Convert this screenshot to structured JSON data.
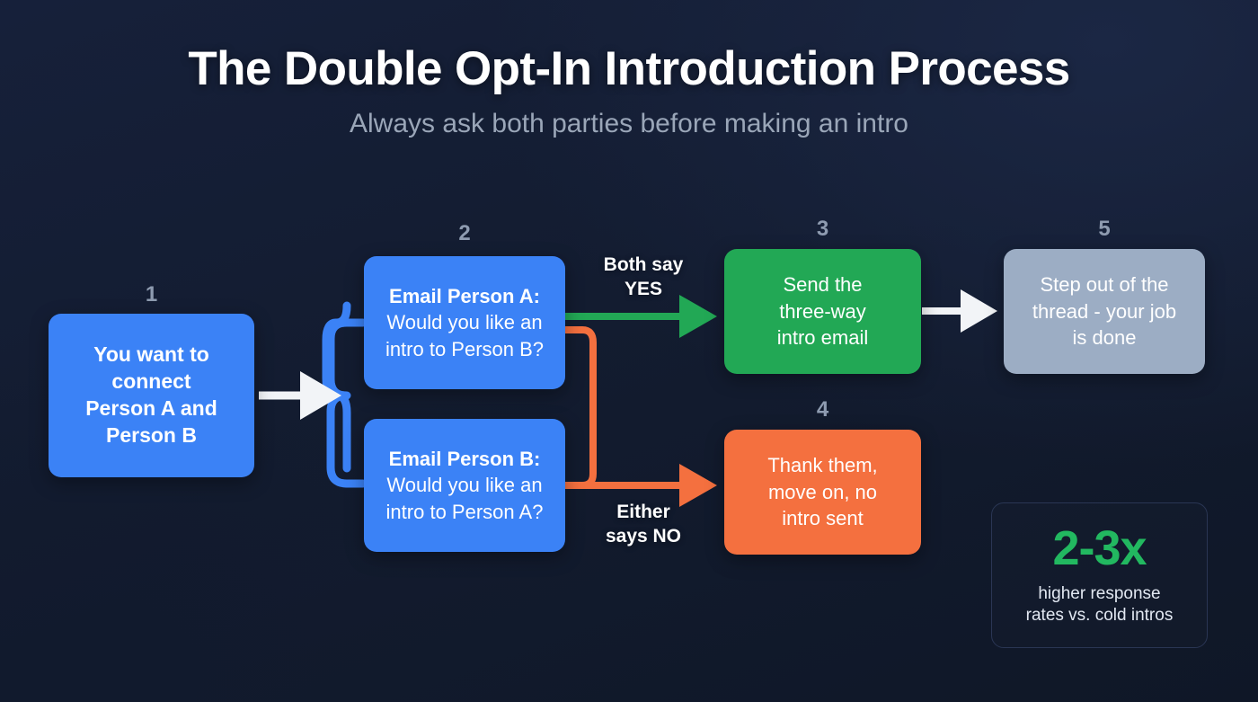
{
  "header": {
    "title": "The Double Opt-In Introduction Process",
    "subtitle": "Always ask both parties before making an intro"
  },
  "colors": {
    "background": "#131c30",
    "blue": "#3b82f6",
    "green": "#22a855",
    "orange": "#f4703f",
    "gray": "#9cadc4",
    "white_arrow": "#f2f4f7",
    "step_number": "#8e9bb0",
    "subtitle": "#9aa6b8",
    "stat_green": "#22b860"
  },
  "nodes": [
    {
      "id": "node1",
      "step": "1",
      "color": "blue",
      "weight": "bold",
      "lines": [
        "You want to",
        "connect",
        "Person A and",
        "Person B"
      ]
    },
    {
      "id": "node2a",
      "step": "2",
      "color": "blue",
      "weight": "mixed",
      "lines": [
        "Email Person A:",
        "Would you like an",
        "intro to Person B?"
      ]
    },
    {
      "id": "node2b",
      "step": "",
      "color": "blue",
      "weight": "mixed",
      "lines": [
        "Email Person B:",
        "Would you like an",
        "intro to Person A?"
      ]
    },
    {
      "id": "node3",
      "step": "3",
      "color": "green",
      "weight": "regular",
      "lines": [
        "Send the",
        "three-way",
        "intro email"
      ]
    },
    {
      "id": "node4",
      "step": "4",
      "color": "orange",
      "weight": "regular",
      "lines": [
        "Thank them,",
        "move on, no",
        "intro sent"
      ]
    },
    {
      "id": "node5",
      "step": "5",
      "color": "gray",
      "weight": "regular",
      "lines": [
        "Step out of the",
        "thread - your job",
        "is done"
      ]
    }
  ],
  "branch_labels": {
    "yes": [
      "Both say",
      "YES"
    ],
    "no": [
      "Either",
      "says NO"
    ]
  },
  "connectors": [
    {
      "name": "start-to-questions",
      "from": "node1",
      "to": [
        "node2a",
        "node2b"
      ],
      "color": "#f2f4f7",
      "fork_color": "#3b82f6",
      "arrow": true
    },
    {
      "name": "yes-path",
      "from": "node2a",
      "to": "node3",
      "color": "#22a855",
      "arrow": true
    },
    {
      "name": "no-path",
      "from": "node2a-and-node2b",
      "to": "node4",
      "color": "#f4703f",
      "arrow": true
    },
    {
      "name": "intro-to-stepout",
      "from": "node3",
      "to": "node5",
      "color": "#f2f4f7",
      "arrow": true
    }
  ],
  "stat": {
    "value": "2-3x",
    "caption_lines": [
      "higher response",
      "rates vs. cold intros"
    ]
  }
}
